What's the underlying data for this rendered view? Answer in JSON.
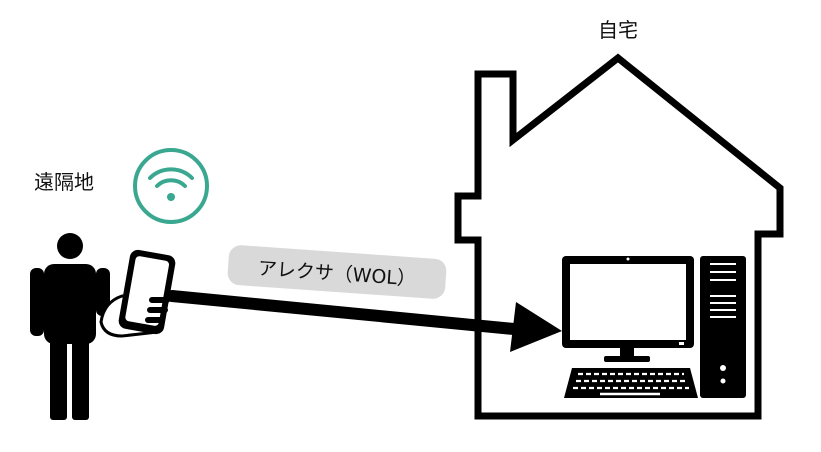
{
  "labels": {
    "remote": "遠隔地",
    "home": "自宅",
    "connection": "アレクサ（WOL）"
  },
  "icons": {
    "wifi": "wifi-icon",
    "person": "person-icon",
    "smartphone": "smartphone-icon",
    "house": "house-icon",
    "monitor": "monitor-icon",
    "keyboard": "keyboard-icon",
    "pc_tower": "pc-tower-icon",
    "arrow": "arrow-icon"
  },
  "colors": {
    "wifi": "#3aa890",
    "stroke": "#000000",
    "pill": "#d9d9d9"
  }
}
